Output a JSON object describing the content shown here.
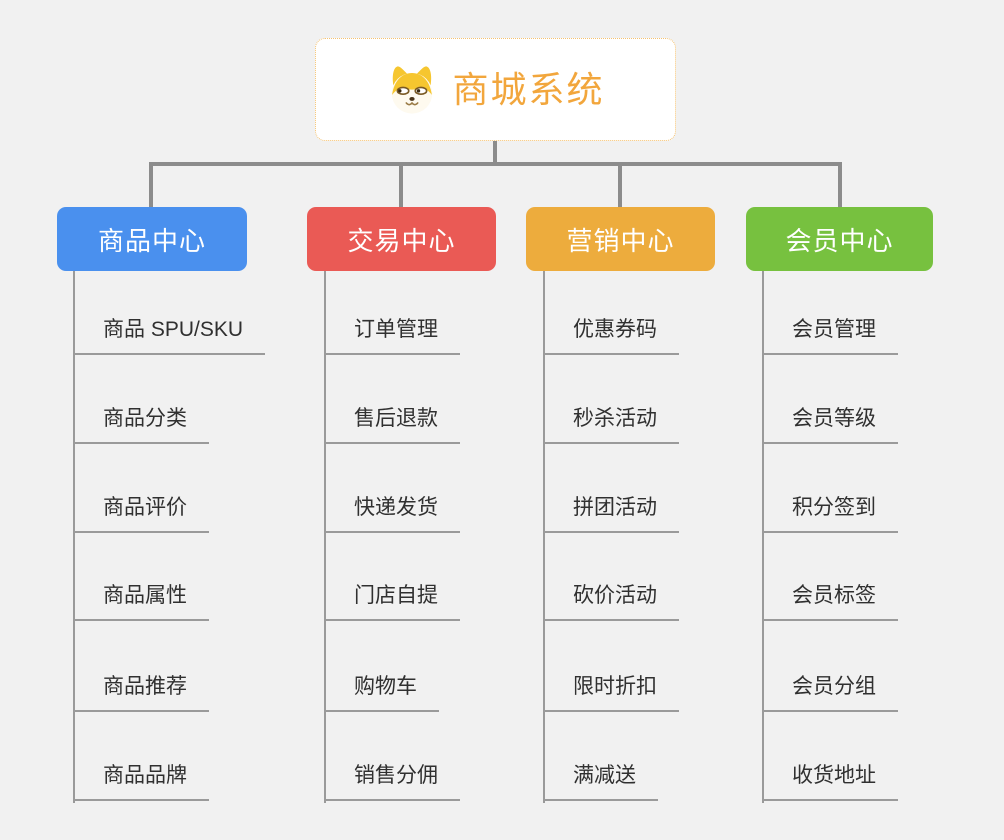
{
  "root": {
    "title": "商城系统",
    "icon": "dog-face"
  },
  "branches": [
    {
      "label": "商品中心",
      "color": "#4a90ee",
      "items": [
        "商品 SPU/SKU",
        "商品分类",
        "商品评价",
        "商品属性",
        "商品推荐",
        "商品品牌"
      ]
    },
    {
      "label": "交易中心",
      "color": "#ea5a55",
      "items": [
        "订单管理",
        "售后退款",
        "快递发货",
        "门店自提",
        "购物车",
        "销售分佣"
      ]
    },
    {
      "label": "营销中心",
      "color": "#edac3d",
      "items": [
        "优惠券码",
        "秒杀活动",
        "拼团活动",
        "砍价活动",
        "限时折扣",
        "满减送"
      ]
    },
    {
      "label": "会员中心",
      "color": "#77c13f",
      "items": [
        "会员管理",
        "会员等级",
        "积分签到",
        "会员标签",
        "会员分组",
        "收货地址"
      ]
    }
  ],
  "colors": {
    "background": "#f1f1f1",
    "connector": "#8c8c8c",
    "item_line": "#9a9a9a",
    "item_text": "#303030",
    "root_accent": "#f2a63c",
    "root_border": "#f5c271"
  }
}
